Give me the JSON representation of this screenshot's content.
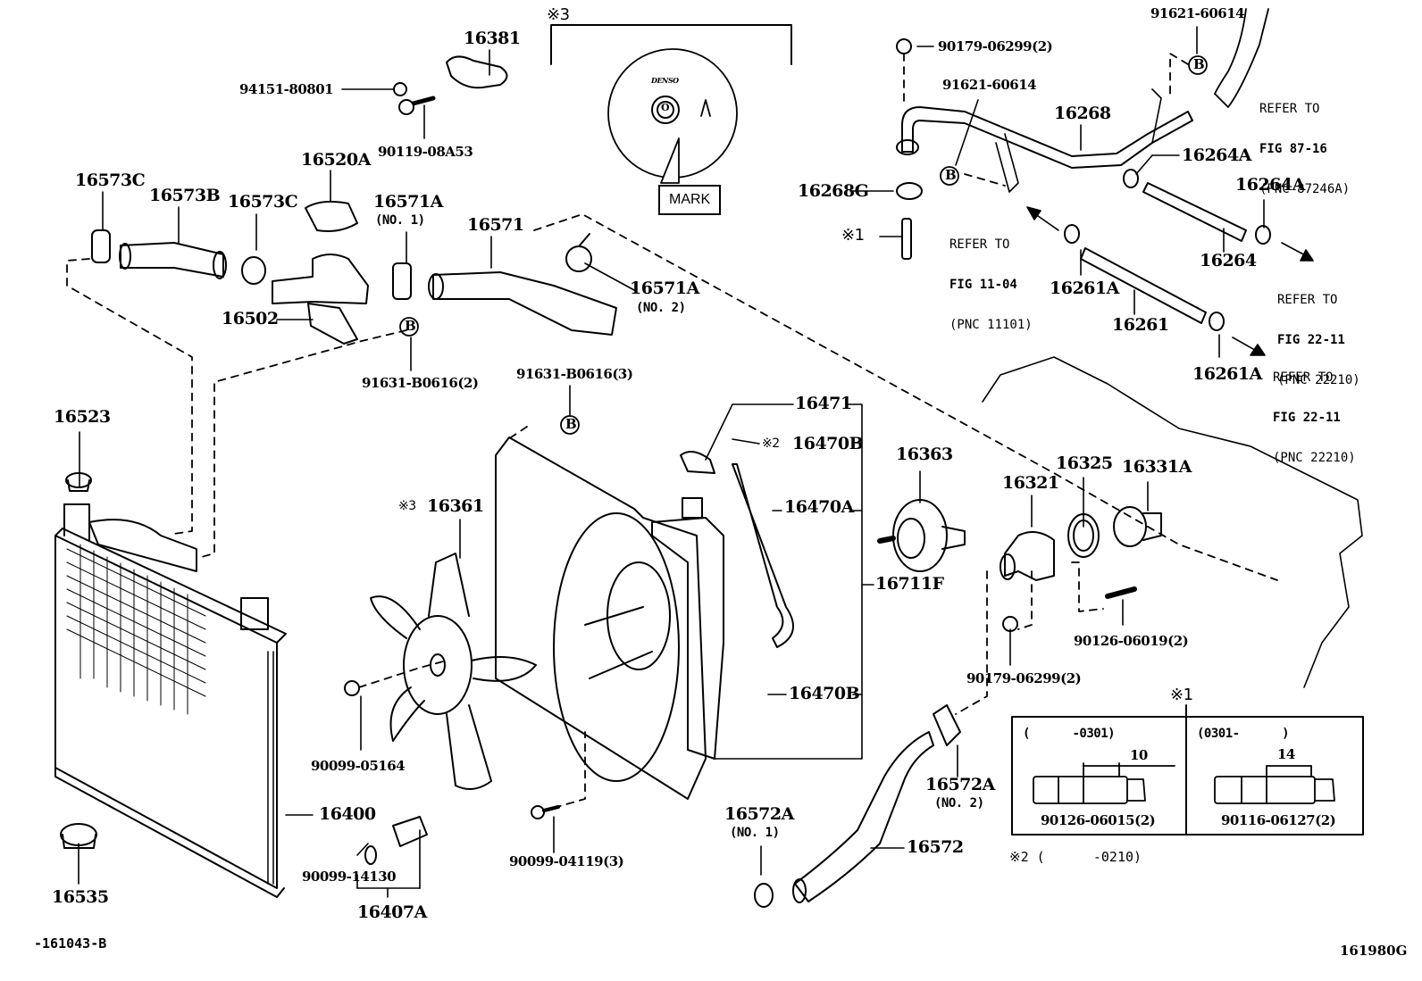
{
  "diagram": {
    "title": "Radiator & Water Outlet",
    "footer_left": "-161043-B",
    "footer_right": "161980G",
    "note3_symbol": "※3",
    "mark_label": "MARK",
    "denso_label": "DENSO",
    "callout_b": "B",
    "parts": {
      "p16381": "16381",
      "p94151": "94151-80801",
      "p90119": "90119-08A53",
      "p16520A": "16520A",
      "p16573C_1": "16573C",
      "p16573B": "16573B",
      "p16573C_2": "16573C",
      "p16571A_1": "16571A",
      "p16571A_1_sub": "(NO. 1)",
      "p16571": "16571",
      "p16571A_2": "16571A",
      "p16571A_2_sub": "(NO. 2)",
      "p16502": "16502",
      "p91631_2": "91631-B0616(2)",
      "p91631_3": "91631-B0616(3)",
      "p16523": "16523",
      "p16361": "16361",
      "p16361_note": "※3",
      "p16471": "16471",
      "p16470B_1": "16470B",
      "p16470B_1_note": "※2",
      "p16470A": "16470A",
      "p16711F": "16711F",
      "p16470B_2": "16470B",
      "p16363": "16363",
      "p16321": "16321",
      "p16325": "16325",
      "p16331A": "16331A",
      "p90126_06019": "90126-06019(2)",
      "p90179_lower": "90179-06299(2)",
      "p90179_upper": "90179-06299(2)",
      "p91621_top": "91621-60614",
      "p91621_mid": "91621-60614",
      "p16268": "16268",
      "p16268G": "16268G",
      "p_note1": "※1",
      "p16264A_1": "16264A",
      "p16264A_2": "16264A",
      "p16264": "16264",
      "p16261A_1": "16261A",
      "p16261": "16261",
      "p16261A_2": "16261A",
      "p90099_05164": "90099-05164",
      "p16400": "16400",
      "p90099_14130": "90099-14130",
      "p16407A": "16407A",
      "p16535": "16535",
      "p90099_04119": "90099-04119(3)",
      "p16572A_1": "16572A",
      "p16572A_1_sub": "(NO. 1)",
      "p16572": "16572",
      "p16572A_2": "16572A",
      "p16572A_2_sub": "(NO. 2)"
    },
    "references": [
      {
        "line1": "REFER TO",
        "line2": "FIG 87-16",
        "line3": "(PNC 87246A)"
      },
      {
        "line1": "REFER TO",
        "line2": "FIG 11-04",
        "line3": "(PNC 11101)"
      },
      {
        "line1": "REFER TO",
        "line2": "FIG 22-11",
        "line3": "(PNC 22210)"
      },
      {
        "line1": "REFER TO",
        "line2": "FIG 22-11",
        "line3": "(PNC 22210)"
      }
    ],
    "note1_box": {
      "title": "※1",
      "left": {
        "range": "(      -0301)",
        "dim": "10",
        "part": "90126-06015(2)"
      },
      "right": {
        "range": "(0301-      )",
        "dim": "14",
        "part": "90116-06127(2)"
      }
    },
    "note2": "※2 (      -0210)"
  }
}
